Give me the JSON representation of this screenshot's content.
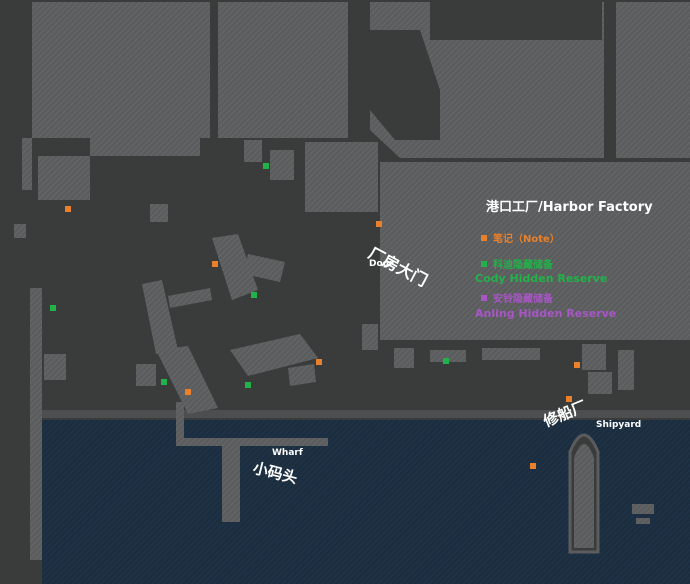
{
  "map": {
    "legend": {
      "title": "港口工厂/Harbor Factory",
      "note": "笔记（Note）",
      "cody_cn": "科迪隐藏储备",
      "cody_en": "Cody Hidden Reserve",
      "anling_cn": "安铃隐藏储备",
      "anling_en": "Anling Hidden Reserve"
    },
    "labels": {
      "door_cn": "厂房大门",
      "door_en": "Door",
      "wharf_cn": "小码头",
      "wharf_en": "Wharf",
      "shipyard_cn": "修船厂",
      "shipyard_en": "Shipyard"
    },
    "colors": {
      "ground": "#3a3b3b",
      "building": "#606162",
      "water": "#1c2f42",
      "note": "#e8802c",
      "cody": "#22b24a",
      "anling": "#a855c7"
    }
  }
}
